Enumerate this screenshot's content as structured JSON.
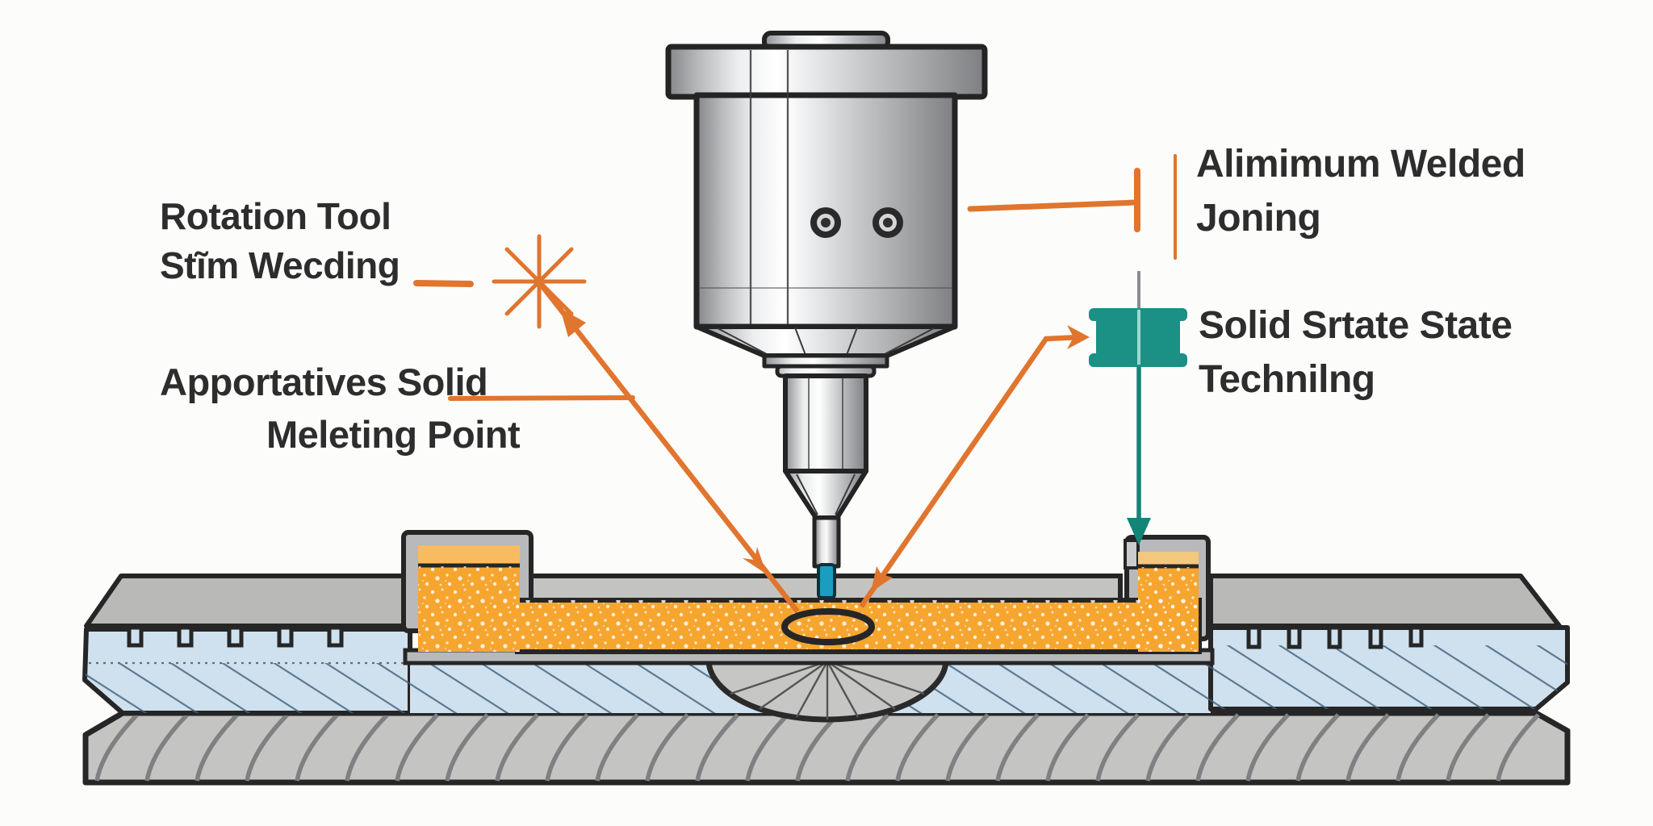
{
  "title": "Friction stir welding diagram",
  "labels": {
    "rotation_tool": {
      "line1": "Rotation Tool",
      "line2": "Stĩm Wecding"
    },
    "melting_point": {
      "line1": "Apportatives Solid",
      "line2": "Meleting Point"
    },
    "weld_joint": {
      "line1": "Alimimum Welded",
      "line2": "Joning"
    },
    "solid_state": {
      "line1": "Solid Srtate State",
      "line2": "Technilng"
    }
  },
  "icons": {
    "weld_star": "orange-asterisk-burst",
    "spool": "teal-spool-block",
    "down_arrow": "teal-down-arrow",
    "leader_arrows": "orange-double-headed-leaders",
    "tool": "rotating-welding-tool",
    "nugget": "weld-nugget-dome"
  },
  "colors": {
    "accent_orange": "#e0752e",
    "teal": "#1b9084",
    "teal_arrow": "#128478",
    "weld_orange": "#f6a52f",
    "weld_tint": "#f3c77e",
    "pin_blue": "#1b9dc2",
    "plate_blue": "#cfe1ee",
    "plate_gray": "#b9bab8",
    "outline": "#262626",
    "text": "#2d2d2d",
    "background": "#fcfcfb"
  }
}
